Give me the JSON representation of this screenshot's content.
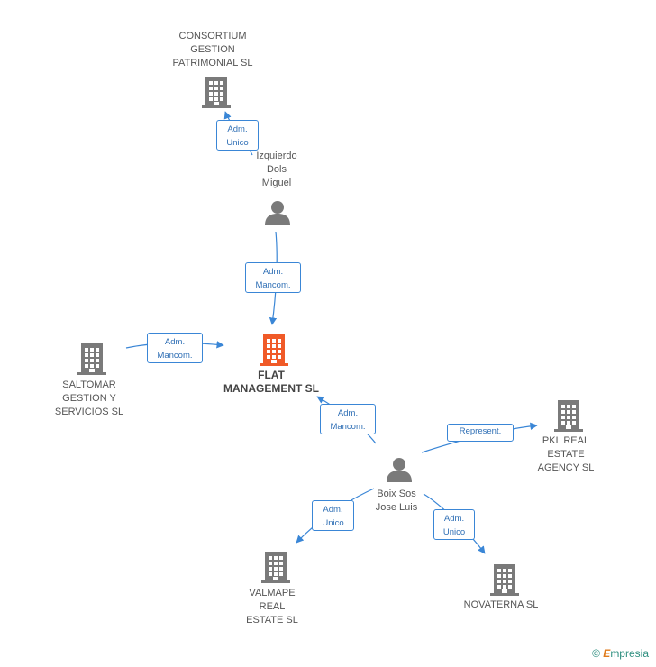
{
  "colors": {
    "edge": "#3a86d6",
    "node_company": "#7a7a7a",
    "node_main": "#f05a28",
    "node_person": "#7a7a7a",
    "footer": "#2e8f7f"
  },
  "nodes": [
    {
      "id": "consortium",
      "type": "company",
      "label": "CONSORTIUM\nGESTION\nPATRIMONIAL SL"
    },
    {
      "id": "izquierdo",
      "type": "person",
      "label": "Izquierdo\nDols\nMiguel"
    },
    {
      "id": "flat",
      "type": "company-main",
      "label": "FLAT\nMANAGEMENT SL"
    },
    {
      "id": "saltomar",
      "type": "company",
      "label": "SALTOMAR\nGESTION Y\nSERVICIOS  SL"
    },
    {
      "id": "boix",
      "type": "person",
      "label": "Boix Sos\nJose Luis"
    },
    {
      "id": "pkl",
      "type": "company",
      "label": "PKL REAL\nESTATE\nAGENCY SL"
    },
    {
      "id": "valmape",
      "type": "company",
      "label": "VALMAPE\nREAL\nESTATE  SL"
    },
    {
      "id": "novaterna",
      "type": "company",
      "label": "NOVATERNA SL"
    }
  ],
  "edges": [
    {
      "from": "izquierdo",
      "to": "consortium",
      "label": "Adm.\nUnico"
    },
    {
      "from": "izquierdo",
      "to": "flat",
      "label": "Adm.\nMancom."
    },
    {
      "from": "saltomar",
      "to": "flat",
      "label": "Adm.\nMancom."
    },
    {
      "from": "boix",
      "to": "flat",
      "label": "Adm.\nMancom."
    },
    {
      "from": "boix",
      "to": "pkl",
      "label": "Represent."
    },
    {
      "from": "boix",
      "to": "valmape",
      "label": "Adm.\nUnico"
    },
    {
      "from": "boix",
      "to": "novaterna",
      "label": "Adm.\nUnico"
    }
  ],
  "footer": {
    "copyright": "©",
    "brand_first": "E",
    "brand_rest": "mpresia"
  }
}
